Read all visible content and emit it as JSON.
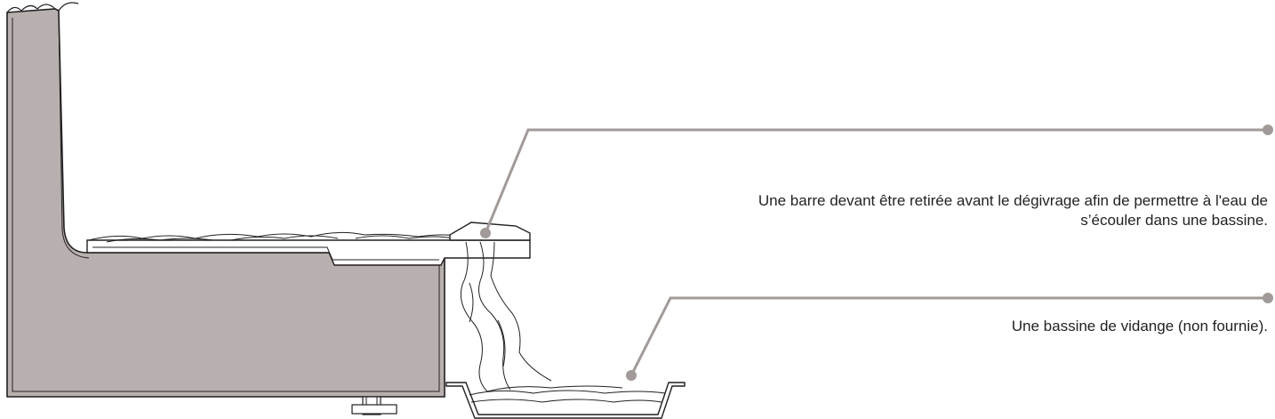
{
  "callouts": {
    "bar": {
      "line1": "Une barre devant être retirée avant le dégivrage afin de permettre à l'eau de",
      "line2": "s’écouler dans une bassine."
    },
    "basin": {
      "line1": "Une bassine de vidange (non fournie)."
    }
  },
  "colors": {
    "freezer_body": "#b8b0ae",
    "outline": "#231f20",
    "leader_line": "#a29a98",
    "text": "#231f20"
  }
}
